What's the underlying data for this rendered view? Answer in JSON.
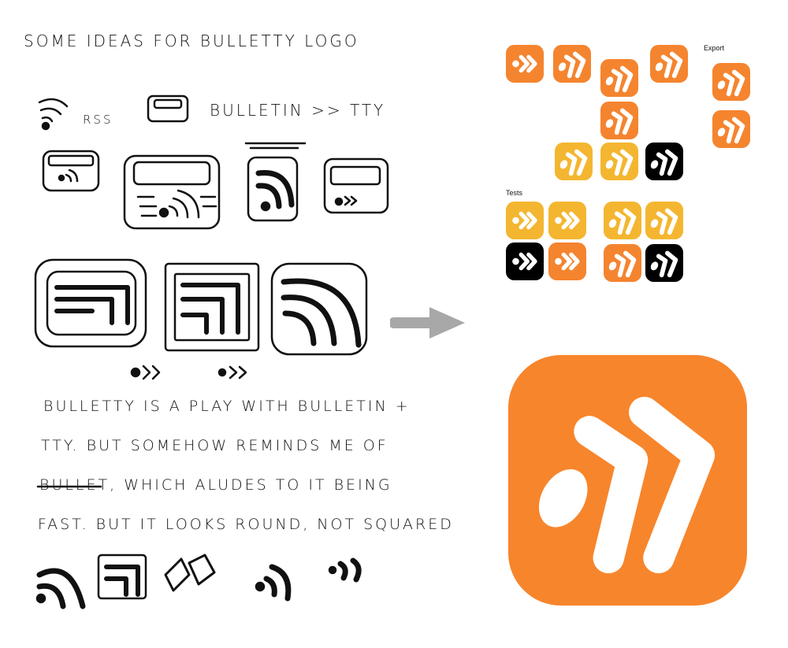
{
  "notes": {
    "title": "Some ideas for Bulletty logo",
    "rss": "RSS",
    "combo": "Bulletin >> tty",
    "paragraph": [
      "Bulletty is a play with Bulletin +",
      "tty. But somehow reminds me of",
      ", which aludes to it being",
      "fast. But it looks round, not squared"
    ],
    "underlined": "Bullet"
  },
  "labels": {
    "export": "Export",
    "tests": "Tests"
  },
  "colors": {
    "orange": "#f5842f",
    "yellow": "#f4b630",
    "black": "#000000",
    "arrow": "#a8a8a8",
    "big_orange": "#f7852c"
  },
  "icons": [
    {
      "variant": "straight",
      "color": "orange"
    },
    {
      "variant": "tilted",
      "color": "orange"
    },
    {
      "variant": "tilted",
      "color": "orange"
    },
    {
      "variant": "tilted",
      "color": "orange"
    },
    {
      "variant": "tilted",
      "color": "orange",
      "group": "export"
    },
    {
      "variant": "tilted",
      "color": "orange",
      "group": "export"
    },
    {
      "variant": "tilted",
      "color": "orange"
    },
    {
      "variant": "tilted",
      "color": "yellow"
    },
    {
      "variant": "tilted",
      "color": "yellow"
    },
    {
      "variant": "tilted",
      "color": "black"
    },
    {
      "variant": "straight",
      "color": "yellow",
      "group": "tests"
    },
    {
      "variant": "straight",
      "color": "yellow",
      "group": "tests"
    },
    {
      "variant": "tilted",
      "color": "yellow",
      "group": "tests"
    },
    {
      "variant": "tilted",
      "color": "yellow",
      "group": "tests"
    },
    {
      "variant": "straight",
      "color": "black",
      "group": "tests"
    },
    {
      "variant": "straight",
      "color": "orange",
      "group": "tests"
    },
    {
      "variant": "tilted",
      "color": "orange",
      "group": "tests"
    },
    {
      "variant": "tilted",
      "color": "black",
      "group": "tests"
    }
  ]
}
